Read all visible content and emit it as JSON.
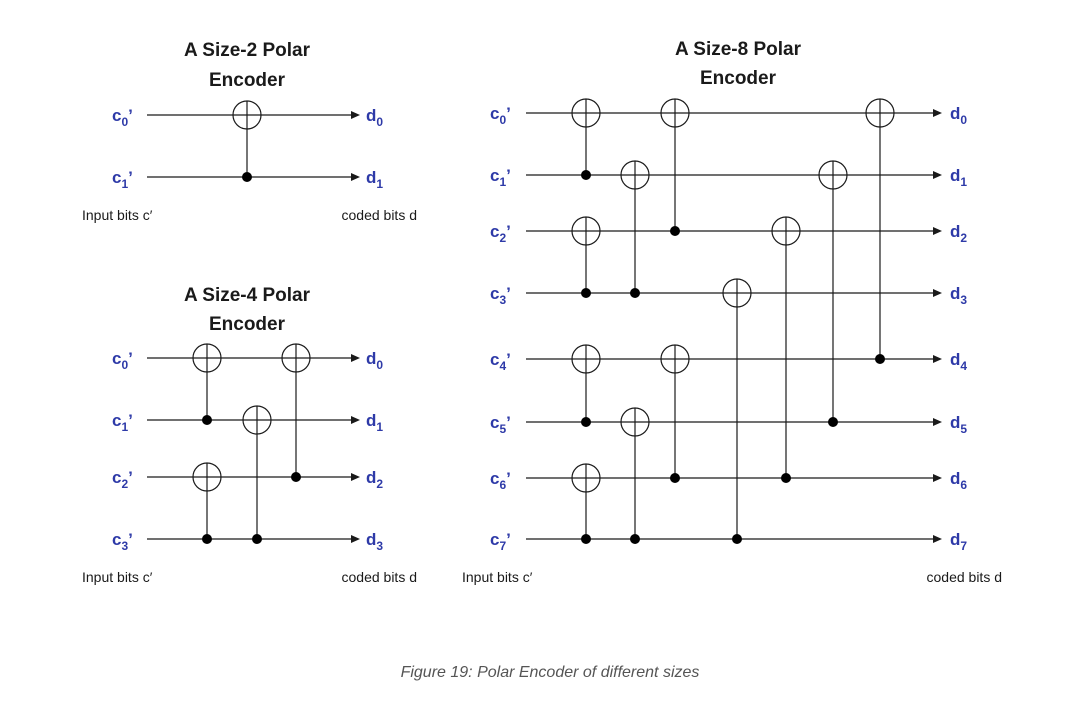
{
  "colors": {
    "label": "#2e3aa8",
    "line": "#1a1a1a",
    "caption": "#555555"
  },
  "encoders": [
    {
      "title": [
        "A Size-2 Polar",
        "Encoder"
      ],
      "inputs": [
        "c",
        "c"
      ],
      "outputs": [
        "d",
        "d"
      ],
      "input_caption": "Input bits c′",
      "output_caption": "coded bits d"
    },
    {
      "title": [
        "A Size-4 Polar",
        "Encoder"
      ],
      "inputs": [
        "c",
        "c",
        "c",
        "c"
      ],
      "outputs": [
        "d",
        "d",
        "d",
        "d"
      ],
      "input_caption": "Input bits c′",
      "output_caption": "coded bits d"
    },
    {
      "title": [
        "A Size-8 Polar",
        "Encoder"
      ],
      "inputs": [
        "c",
        "c",
        "c",
        "c",
        "c",
        "c",
        "c",
        "c"
      ],
      "outputs": [
        "d",
        "d",
        "d",
        "d",
        "d",
        "d",
        "d",
        "d"
      ],
      "input_caption": "Input bits c′",
      "output_caption": "coded bits d"
    }
  ],
  "caption": "Figure 19: Polar Encoder of different sizes"
}
